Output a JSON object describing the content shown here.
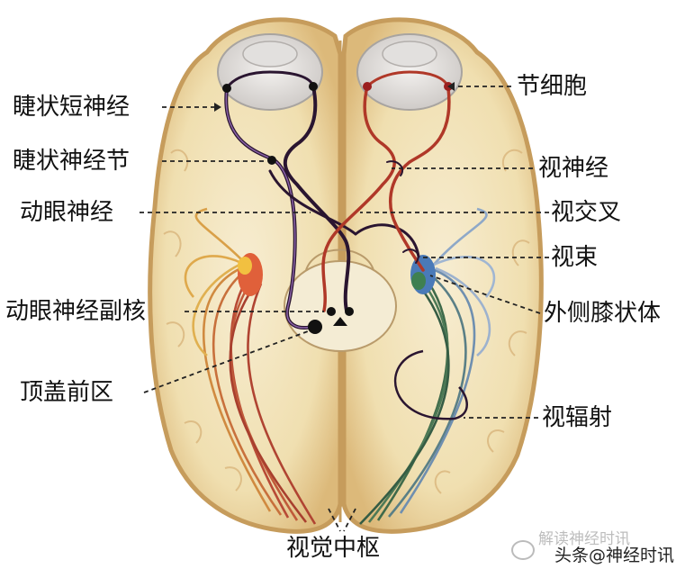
{
  "labels": {
    "ciliary_short_nerve": "睫状短神经",
    "ciliary_ganglion": "睫状神经节",
    "oculomotor_nerve": "动眼神经",
    "oculomotor_accessory_nucleus": "动眼神经副核",
    "pretectal_area": "顶盖前区",
    "ganglion_cell": "节细胞",
    "optic_nerve": "视神经",
    "optic_chiasm": "视交叉",
    "optic_tract": "视束",
    "lateral_geniculate_body": "外侧膝状体",
    "optic_radiation": "视辐射",
    "visual_center": "视觉中枢"
  },
  "watermark": {
    "main": "头条@神经时讯",
    "faint": "解读神经时讯"
  },
  "colors": {
    "brain_fill": "#f3e6be",
    "brain_outline": "#c9a46a",
    "pathway_dark": "#2a1530",
    "pathway_red": "#b03828",
    "radiation_red": "#b84a36",
    "radiation_green": "#4d6e58",
    "label_line": "#222222"
  }
}
